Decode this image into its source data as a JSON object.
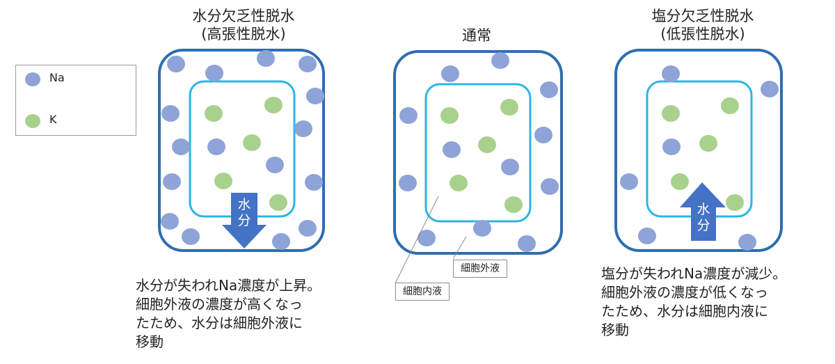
{
  "legend": {
    "na_label": "Na",
    "k_label": "K"
  },
  "panels": {
    "left": {
      "title_line1": "水分欠乏性脱水",
      "title_line2": "(高張性脱水)",
      "arrow_label": "水\n分",
      "note_lines": [
        "水分が失われNa濃度が上昇。",
        "細胞外液の濃度が高くなっ",
        "たため、水分は細胞外液に",
        "移動"
      ]
    },
    "middle": {
      "title": "通常",
      "label_extracellular": "細胞外液",
      "label_intracellular": "細胞内液"
    },
    "right": {
      "title_line1": "塩分欠乏性脱水",
      "title_line2": "(低張性脱水)",
      "arrow_label": "水\n分",
      "note_lines": [
        "塩分が失われNa濃度が減少。",
        "細胞外液の濃度が低くなっ",
        "たため、水分は細胞内液に",
        "移動"
      ]
    }
  },
  "colors": {
    "na": "#8ea3d8",
    "k": "#a9d18e",
    "outer_border": "#2f6db0",
    "inner_border": "#29b6e6",
    "arrow": "#4472c4"
  }
}
